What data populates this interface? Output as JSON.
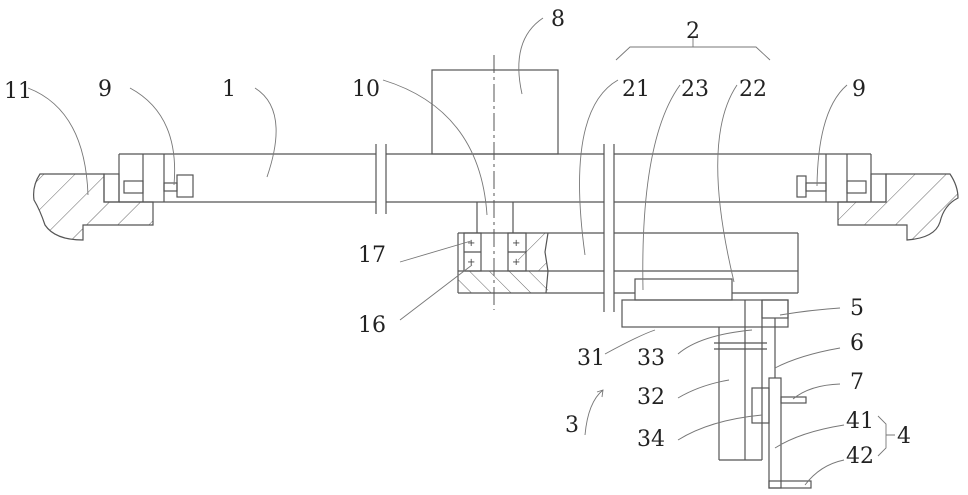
{
  "figure": {
    "labels": {
      "l11": "11",
      "l9a": "9",
      "l1": "1",
      "l10": "10",
      "l8": "8",
      "l2": "2",
      "l21": "21",
      "l23": "23",
      "l22": "22",
      "l9b": "9",
      "l17": "17",
      "l16": "16",
      "l5": "5",
      "l6": "6",
      "l7": "7",
      "l41": "41",
      "l4": "4",
      "l42": "42",
      "l31": "31",
      "l33": "33",
      "l32": "32",
      "l3": "3",
      "l34": "34"
    },
    "line_color": "#555555"
  }
}
